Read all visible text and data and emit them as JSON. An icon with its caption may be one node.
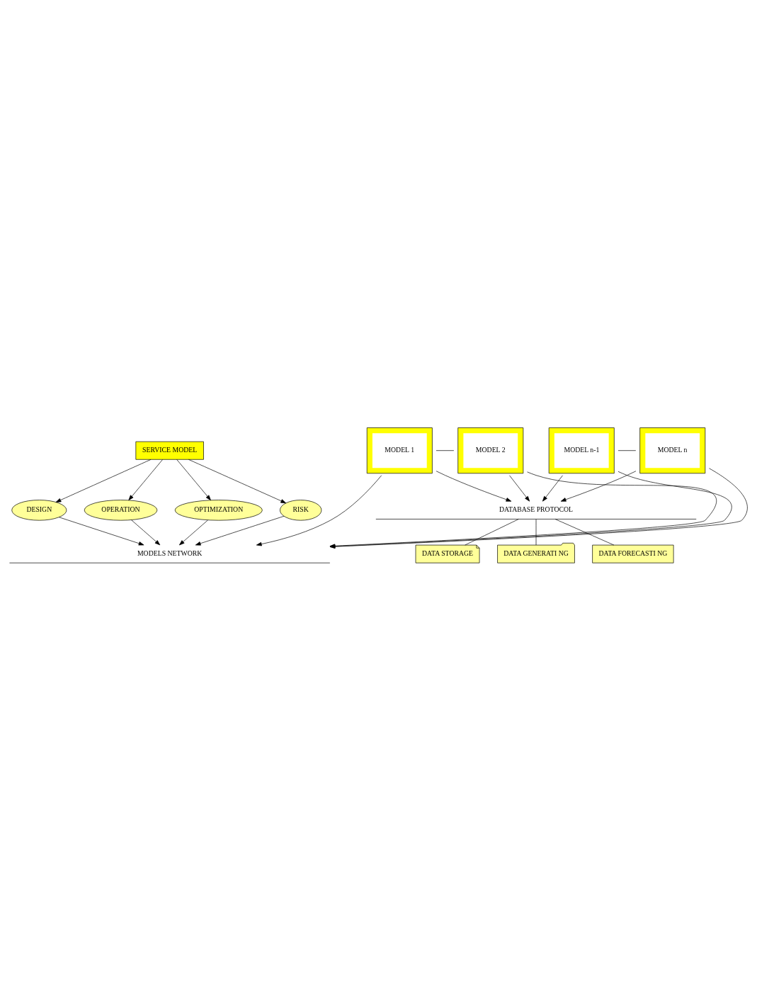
{
  "diagram": {
    "nodes": [
      {
        "text": [
          "SERVICE MODEL"
        ]
      },
      {
        "text": [
          "DESIGN"
        ]
      },
      {
        "text": [
          "OPERATION"
        ]
      },
      {
        "text": [
          "OPTIMIZATION"
        ]
      },
      {
        "text": [
          "RISK"
        ]
      },
      {
        "text": [
          "MODELS NETWORK"
        ]
      },
      {
        "text": [
          "MODEL 1"
        ]
      },
      {
        "text": [
          "MODEL 2"
        ]
      },
      {
        "text": [
          "MODEL n-1"
        ]
      },
      {
        "text": [
          "MODEL n"
        ]
      },
      {
        "text": [
          "DATABASE PROTOCOL"
        ]
      },
      {
        "text": [
          "DATA STORAGE"
        ]
      },
      {
        "text": [
          "DATA GENERATI NG"
        ]
      },
      {
        "text": [
          "DATA FORECASTI NG"
        ]
      }
    ],
    "edges": [
      {
        "from": 0,
        "to": 1,
        "arrow": "to"
      },
      {
        "from": 0,
        "to": 2,
        "arrow": "to"
      },
      {
        "from": 0,
        "to": 3,
        "arrow": "to"
      },
      {
        "from": 0,
        "to": 4,
        "arrow": "to"
      },
      {
        "from": 1,
        "to": 5,
        "arrow": "to"
      },
      {
        "from": 2,
        "to": 5,
        "arrow": "to"
      },
      {
        "from": 3,
        "to": 5,
        "arrow": "to"
      },
      {
        "from": 4,
        "to": 5,
        "arrow": "to"
      },
      {
        "from": 6,
        "to": 5,
        "arrow": "to"
      },
      {
        "from": 7,
        "to": 5,
        "arrow": "to"
      },
      {
        "from": 8,
        "to": 5,
        "arrow": "to"
      },
      {
        "from": 9,
        "to": 5,
        "arrow": "to"
      },
      {
        "from": 6,
        "to": 7,
        "arrow": "none"
      },
      {
        "from": 8,
        "to": 9,
        "arrow": "none"
      },
      {
        "from": 6,
        "to": 10,
        "arrow": "to"
      },
      {
        "from": 7,
        "to": 10,
        "arrow": "to"
      },
      {
        "from": 8,
        "to": 10,
        "arrow": "to"
      },
      {
        "from": 9,
        "to": 10,
        "arrow": "to"
      },
      {
        "from": 10,
        "to": 11,
        "arrow": "none"
      },
      {
        "from": 10,
        "to": 12,
        "arrow": "none"
      },
      {
        "from": 10,
        "to": 13,
        "arrow": "none"
      }
    ]
  }
}
